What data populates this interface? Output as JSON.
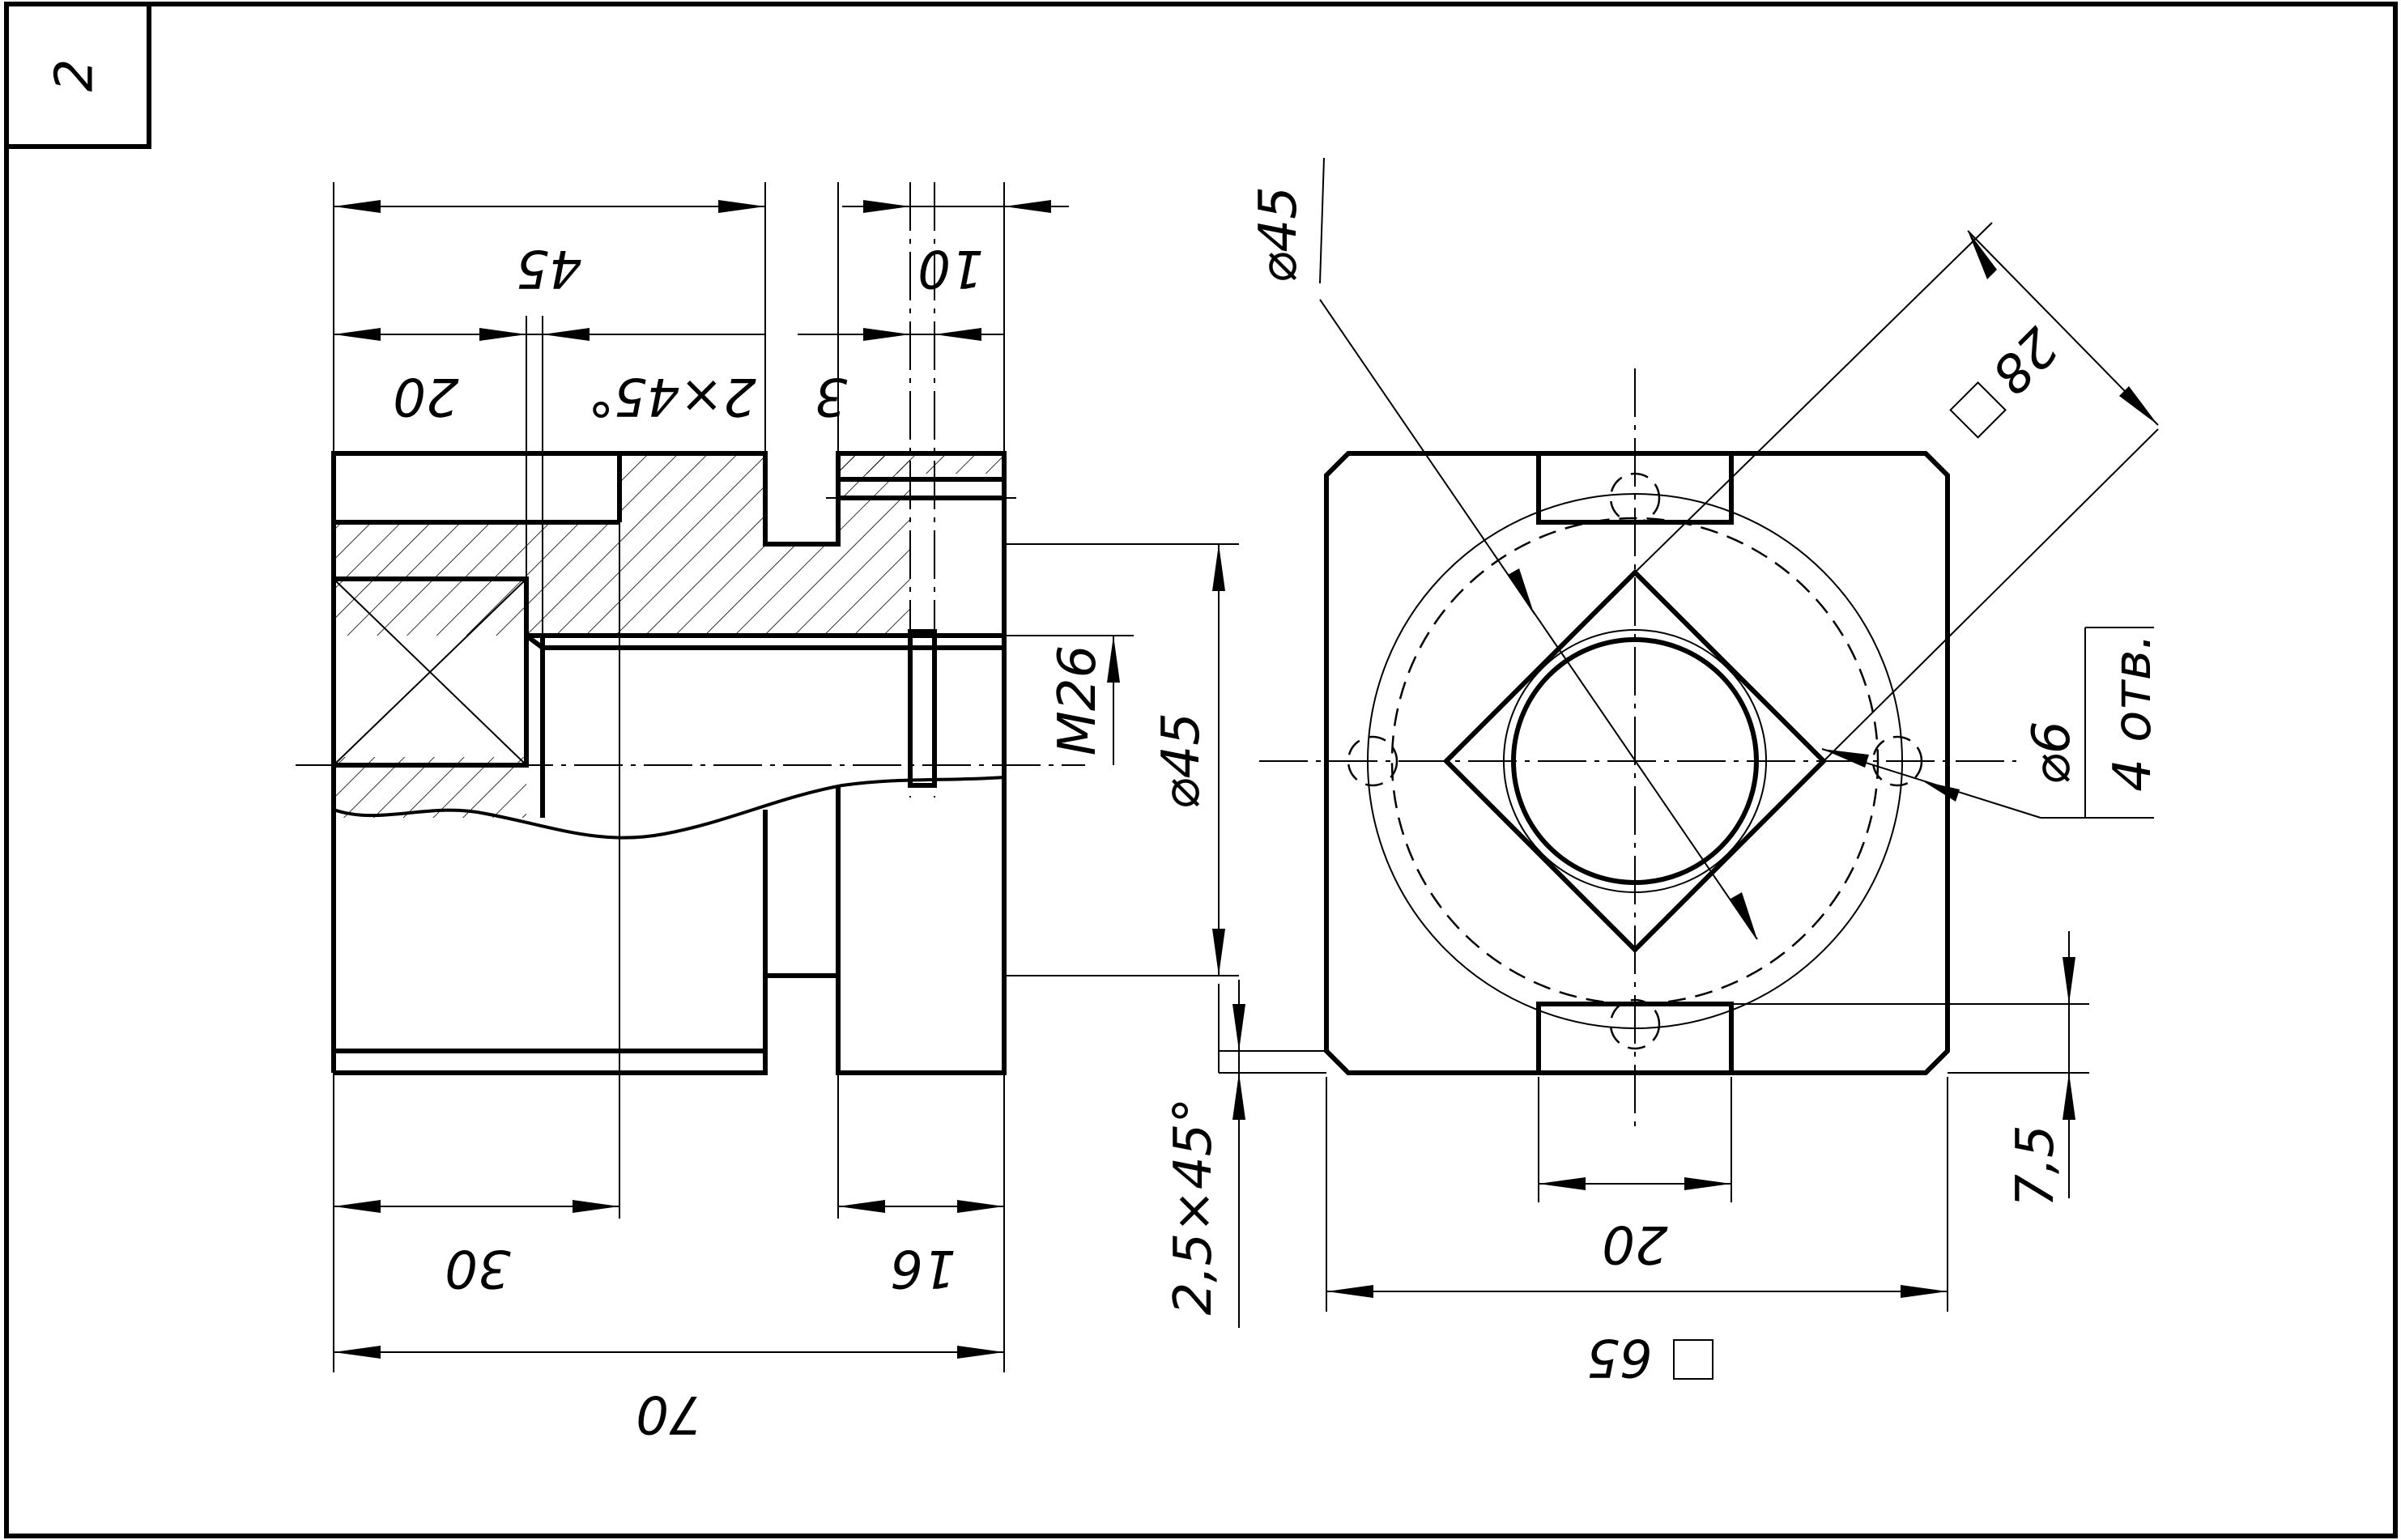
{
  "sheet": {
    "number": "2"
  },
  "dimensions": {
    "front_total_length": "70",
    "front_left_length": "45",
    "front_right_length": "10",
    "front_collar": "20",
    "front_chamfer": "2×45°",
    "front_groove": "3",
    "front_bottom_left": "30",
    "front_bottom_right": "16",
    "thread": "M26",
    "bore_diameter": "⌀45",
    "outer_chamfer": "2,5×45°",
    "side_circle_diameter": "⌀45",
    "side_square_inner": "28",
    "side_hole": "⌀6",
    "side_hole_count": "4 отв.",
    "side_height": "7,5",
    "side_slot": "20",
    "side_square_outer": "65"
  },
  "colors": {
    "line": "#000000",
    "paper": "#ffffff"
  }
}
